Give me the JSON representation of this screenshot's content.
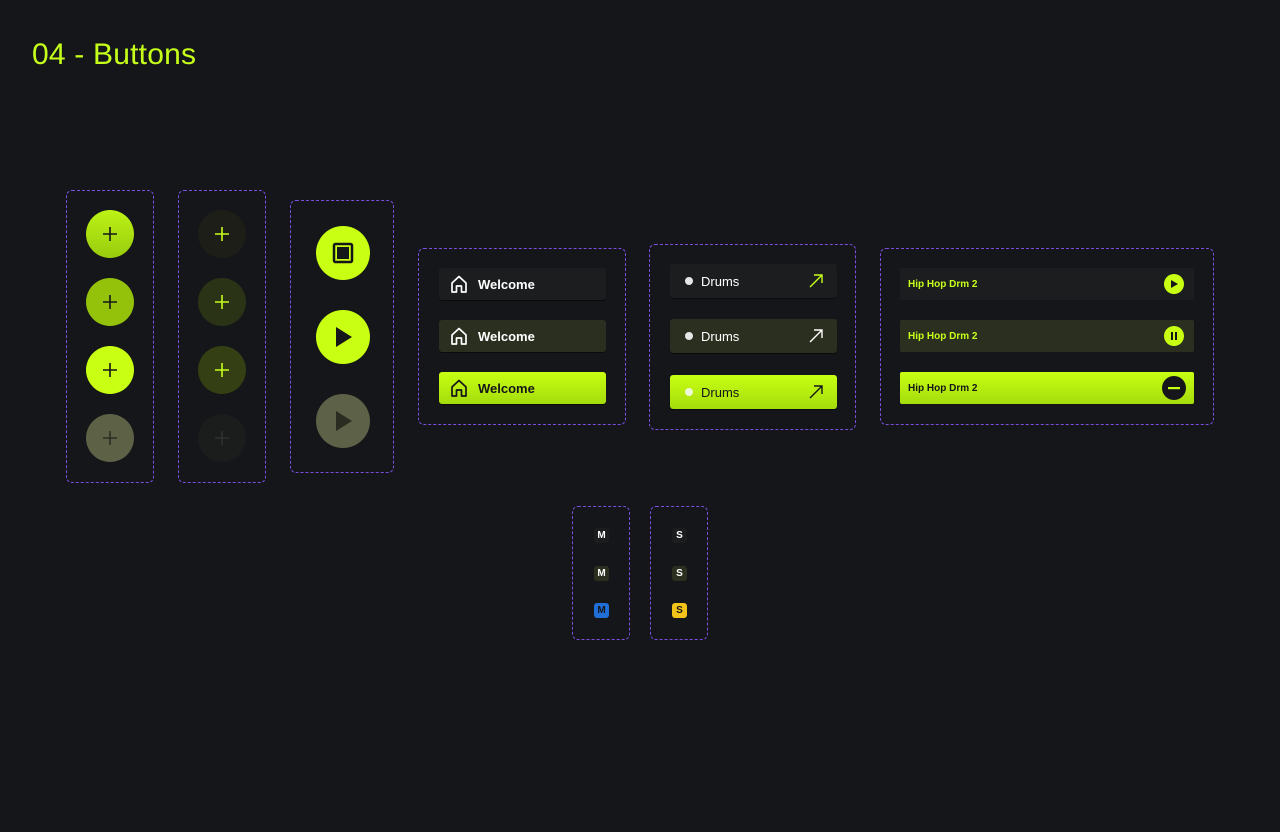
{
  "page": {
    "title": "04 - Buttons"
  },
  "colors": {
    "background": "#151619",
    "accent": "#c6ff1a",
    "group_border": "#7a4fe0",
    "mute_active": "#1f6fd6",
    "solo_active": "#f2c41a"
  },
  "add_buttons_filled": {
    "icon": "plus-icon",
    "states": [
      "default",
      "hover",
      "pressed",
      "disabled"
    ]
  },
  "add_buttons_dark": {
    "icon": "plus-icon",
    "states": [
      "default",
      "hover",
      "pressed",
      "disabled"
    ]
  },
  "transport_buttons": [
    {
      "icon": "stop-icon",
      "state": "active"
    },
    {
      "icon": "play-icon",
      "state": "active"
    },
    {
      "icon": "play-icon",
      "state": "disabled"
    }
  ],
  "welcome_buttons": [
    {
      "label": "Welcome",
      "icon": "home-icon",
      "state": "default"
    },
    {
      "label": "Welcome",
      "icon": "home-icon",
      "state": "hover"
    },
    {
      "label": "Welcome",
      "icon": "home-icon",
      "state": "active"
    }
  ],
  "drums_buttons": [
    {
      "label": "Drums",
      "icon": "arrow-up-right-icon",
      "state": "default"
    },
    {
      "label": "Drums",
      "icon": "arrow-up-right-icon",
      "state": "hover"
    },
    {
      "label": "Drums",
      "icon": "arrow-up-right-icon",
      "state": "active"
    }
  ],
  "track_buttons": [
    {
      "label": "Hip Hop Drm 2",
      "icon": "play-icon",
      "state": "default"
    },
    {
      "label": "Hip Hop Drm 2",
      "icon": "pause-icon",
      "state": "hover"
    },
    {
      "label": "Hip Hop Drm 2",
      "icon": "minus-icon",
      "state": "active"
    }
  ],
  "mute_buttons": [
    {
      "label": "M",
      "state": "default"
    },
    {
      "label": "M",
      "state": "hover"
    },
    {
      "label": "M",
      "state": "active"
    }
  ],
  "solo_buttons": [
    {
      "label": "S",
      "state": "default"
    },
    {
      "label": "S",
      "state": "hover"
    },
    {
      "label": "S",
      "state": "active"
    }
  ]
}
